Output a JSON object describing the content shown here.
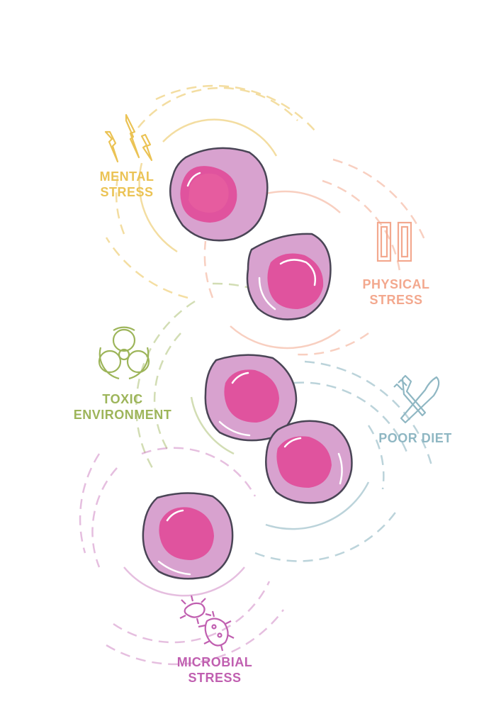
{
  "colors": {
    "mental": "#EBC355",
    "physical": "#F3A88E",
    "toxic": "#9DB55A",
    "diet": "#8FB7C3",
    "microbial": "#C05FB0",
    "cell_fill": "#D8A2CF",
    "nucleus": "#E0539E",
    "outline": "#4A4556"
  },
  "icons": {
    "mental": "lightning-bolts-icon",
    "physical": "battery-bars-icon",
    "toxic": "biohazard-icon",
    "diet": "fork-knife-icon",
    "microbial": "bacteria-icon"
  },
  "stressors": {
    "mental": {
      "line1": "MENTAL",
      "line2": "STRESS"
    },
    "physical": {
      "line1": "PHYSICAL",
      "line2": "STRESS"
    },
    "toxic": {
      "line1": "TOXIC",
      "line2": "ENVIRONMENT"
    },
    "diet": {
      "line1": "POOR DIET"
    },
    "microbial": {
      "line1": "MICROBIAL",
      "line2": "STRESS"
    }
  }
}
